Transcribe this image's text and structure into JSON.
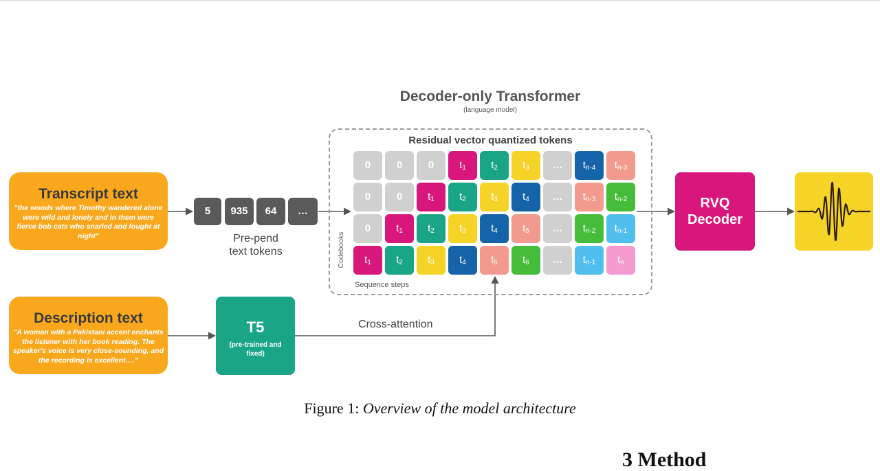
{
  "transformer": {
    "title": "Decoder-only Transformer",
    "subtitle": "(language model)"
  },
  "grid_title": "Residual vector quantized tokens",
  "transcript": {
    "title": "Transcript text",
    "quote": "\"the woods where Timothy wandered alone were wild and lonely and in them were fierce bob cats who snarled and fought at night\""
  },
  "description": {
    "title": "Description text",
    "quote": "\"A woman with a Pakistani accent enchants the listener with her book reading. The speaker's voice is very close-sounding, and the recording is excellent.…\""
  },
  "text_tokens": [
    "5",
    "935",
    "64",
    "…"
  ],
  "prepend_label": [
    "Pre-pend",
    "text tokens"
  ],
  "t5": {
    "title": "T5",
    "subtitle": "(pre-trained and fixed)"
  },
  "cross_attention": "Cross-attention",
  "axis_codebooks": "Codebooks",
  "axis_sequence": "Sequence steps",
  "decoder": {
    "line1": "RVQ",
    "line2": "Decoder"
  },
  "colors": {
    "empty": "#d0d0d0",
    "t1": "#d8167c",
    "t2": "#1aa587",
    "t3": "#f5d327",
    "t4": "#1563a8",
    "t5": "#f39a8e",
    "t6": "#45bd3a",
    "tn_2": "#45bd3a",
    "tn_1": "#50bff0",
    "tn": "#f49ad0",
    "tn_4": "#1563a8",
    "tn_3": "#f39a8e",
    "orange": "#f9a81d",
    "teal": "#1aa587",
    "magenta": "#d8167c",
    "yellow": "#f5d327"
  },
  "grid": [
    [
      [
        "0",
        "",
        "empty"
      ],
      [
        "0",
        "",
        "empty"
      ],
      [
        "0",
        "",
        "empty"
      ],
      [
        "t",
        "1",
        "t1"
      ],
      [
        "t",
        "2",
        "t2"
      ],
      [
        "t",
        "3",
        "t3"
      ],
      [
        "…",
        "",
        "empty"
      ],
      [
        "t",
        "n-4",
        "tn_4"
      ],
      [
        "t",
        "n-3",
        "tn_3"
      ]
    ],
    [
      [
        "0",
        "",
        "empty"
      ],
      [
        "0",
        "",
        "empty"
      ],
      [
        "t",
        "1",
        "t1"
      ],
      [
        "t",
        "2",
        "t2"
      ],
      [
        "t",
        "3",
        "t3"
      ],
      [
        "t",
        "4",
        "t4"
      ],
      [
        "…",
        "",
        "empty"
      ],
      [
        "t",
        "n-3",
        "tn_3"
      ],
      [
        "t",
        "n-2",
        "tn_2"
      ]
    ],
    [
      [
        "0",
        "",
        "empty"
      ],
      [
        "t",
        "1",
        "t1"
      ],
      [
        "t",
        "2",
        "t2"
      ],
      [
        "t",
        "3",
        "t3"
      ],
      [
        "t",
        "4",
        "t4"
      ],
      [
        "t",
        "5",
        "t5"
      ],
      [
        "…",
        "",
        "empty"
      ],
      [
        "t",
        "n-2",
        "tn_2"
      ],
      [
        "t",
        "n-1",
        "tn_1"
      ]
    ],
    [
      [
        "t",
        "1",
        "t1"
      ],
      [
        "t",
        "2",
        "t2"
      ],
      [
        "t",
        "3",
        "t3"
      ],
      [
        "t",
        "4",
        "t4"
      ],
      [
        "t",
        "5",
        "t5"
      ],
      [
        "t",
        "6",
        "t6"
      ],
      [
        "…",
        "",
        "empty"
      ],
      [
        "t",
        "n-1",
        "tn_1"
      ],
      [
        "t",
        "n",
        "tn"
      ]
    ]
  ],
  "figure_caption": {
    "prefix": "Figure 1:",
    "text": "Overview of the model architecture"
  },
  "cutoff_text": "3 Method"
}
